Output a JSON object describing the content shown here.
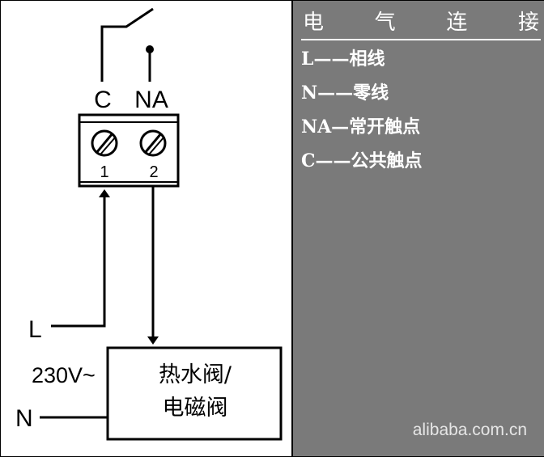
{
  "diagram": {
    "terminal_c_label": "C",
    "terminal_na_label": "NA",
    "terminal_1_number": "1",
    "terminal_2_number": "2",
    "line_l_label": "L",
    "line_n_label": "N",
    "voltage_label": "230V~",
    "valve_line1": "热水阀/",
    "valve_line2": "电磁阀"
  },
  "legend": {
    "title_chars": [
      "电",
      "气",
      "连",
      "接"
    ],
    "items": [
      "L——相线",
      "N——零线",
      "NA—常开触点",
      "C——公共触点"
    ]
  },
  "watermark": "alibaba.com.cn",
  "colors": {
    "legend_background": "#7a7a7a",
    "legend_text": "#ffffff",
    "line": "#000000"
  }
}
